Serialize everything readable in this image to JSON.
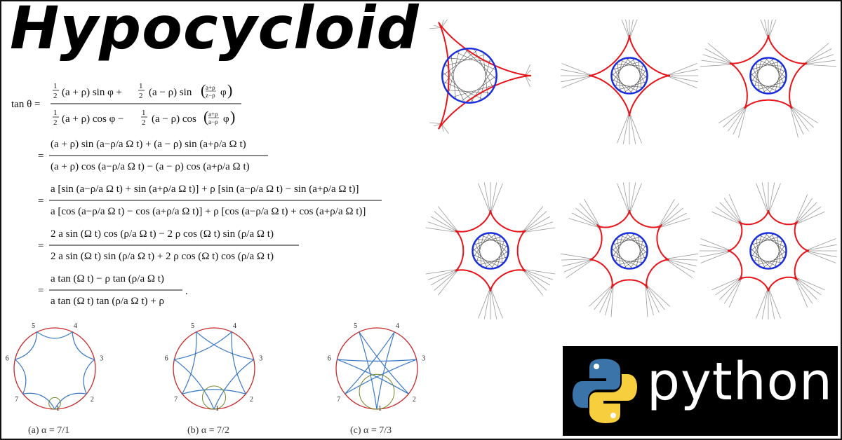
{
  "title": "Hypocycloid",
  "equations": {
    "lhs": "tan θ =",
    "eq1_num_a": "(a + ρ) sin φ +",
    "eq1_num_b": "(a − ρ) sin",
    "eq1_num_frac_top": "a+ρ",
    "eq1_num_frac_bot": "z−ρ",
    "eq1_den_a": "(a + ρ) cos φ −",
    "eq1_den_b": "(a − ρ) cos",
    "eq1_den_frac_top": "a+ρ",
    "eq1_den_frac_bot": "a−ρ",
    "half": "1",
    "two": "2",
    "phi": "φ",
    "eq2_num": "(a + ρ) sin (a−ρ/a Ω t) + (a − ρ) sin (a+ρ/a Ω t)",
    "eq2_den": "(a + ρ) cos (a−ρ/a Ω t) − (a − ρ) cos (a+ρ/a Ω t)",
    "eq3_num": "a [sin (a−ρ/a Ω t) + sin (a+ρ/a Ω t)] + ρ [sin (a−ρ/a Ω t) − sin (a+ρ/a Ω t)]",
    "eq3_den": "a [cos (a−ρ/a Ω t) − cos (a+ρ/a Ω t)] + ρ [cos (a−ρ/a Ω t) + cos (a+ρ/a Ω t)]",
    "eq4_num": "2 a sin (Ω t) cos (ρ/a Ω t) − 2 ρ cos (Ω t) sin (ρ/a Ω t)",
    "eq4_den": "2 a sin (Ω t) sin (ρ/a Ω t) + 2 ρ cos (Ω t) cos (ρ/a Ω t)",
    "eq5_num": "a tan (Ω t) − ρ tan (ρ/a Ω t)",
    "eq5_den": "a tan (Ω t) tan (ρ/a Ω t) + ρ",
    "eq5_end": ".",
    "equals": "="
  },
  "star_figures": [
    {
      "caption": "(a)  α = 7/1",
      "labels": [
        "5",
        "4",
        "3",
        "2",
        "1",
        "7",
        "6"
      ]
    },
    {
      "caption": "(b)  α = 7/2",
      "labels": [
        "5",
        "4",
        "3",
        "2",
        "1",
        "7",
        "6"
      ]
    },
    {
      "caption": "(c)  α = 7/3",
      "labels": [
        "5",
        "4",
        "3",
        "2",
        "1",
        "7",
        "6"
      ]
    }
  ],
  "hypocycloid_grid": [
    {
      "cusps": 3
    },
    {
      "cusps": 4
    },
    {
      "cusps": 5
    },
    {
      "cusps": 6
    },
    {
      "cusps": 7
    },
    {
      "cusps": 8
    }
  ],
  "logo": {
    "word": "python"
  },
  "colors": {
    "curve_red": "#e8141a",
    "circle_blue": "#1a2ee0",
    "line_gray": "#9a9a9a",
    "star_blue": "#3b78c4",
    "outer_red": "#c8282a",
    "inner_green": "#6f8a2a",
    "python_blue": "#3a74a8",
    "python_yellow": "#f7cf3e"
  }
}
